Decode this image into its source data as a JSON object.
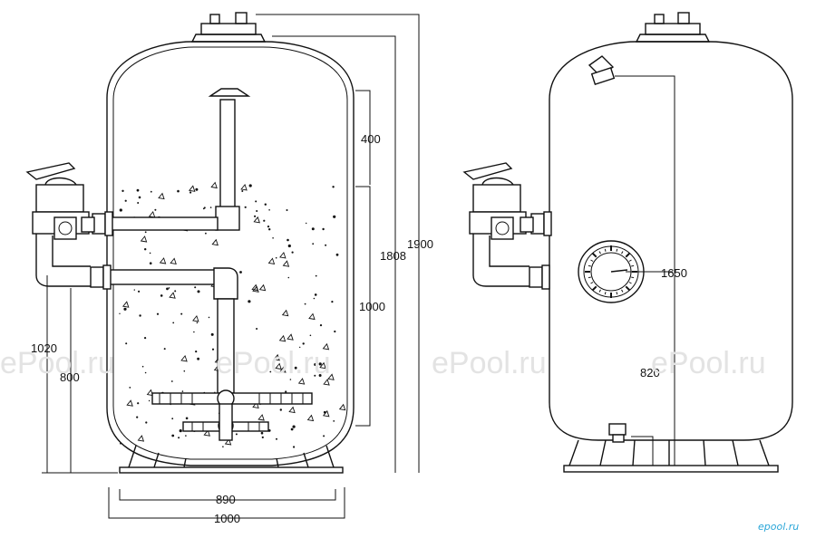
{
  "dimensions": {
    "height_total": "1900",
    "height_body": "1808",
    "media_top": "400",
    "media_bed": "1000",
    "inlet_height": "1020",
    "outlet_height": "800",
    "inner_width": "890",
    "outer_width": "1000",
    "gauge_height": "1650",
    "drain_height": "820"
  },
  "watermarks": [
    "ePool.ru",
    "ePool.ru",
    "ePool.ru",
    "ePool.ru"
  ],
  "logo": {
    "text": "epool.ru",
    "color": "#2aa6d8"
  },
  "colors": {
    "line": "#111111",
    "watermark": "#e3e3e3"
  }
}
